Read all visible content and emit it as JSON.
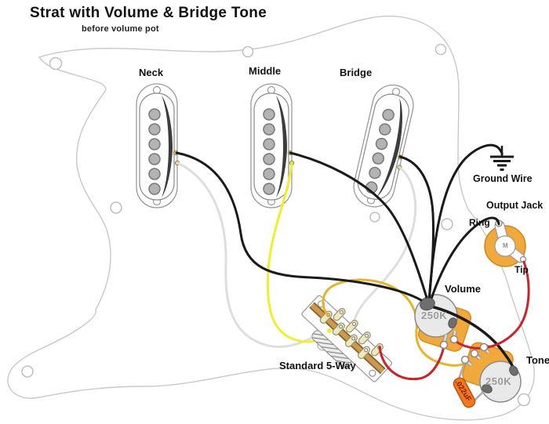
{
  "title": "Strat with Volume & Bridge Tone",
  "subtitle": "before volume pot",
  "pickup_labels": {
    "neck": "Neck",
    "middle": "Middle",
    "bridge": "Bridge"
  },
  "annotations": {
    "ground_wire": "Ground Wire",
    "output_jack": "Output Jack",
    "jack_ring": "Ring",
    "jack_tip": "Tip",
    "volume": "Volume",
    "tone": "Tone",
    "selector_switch": "Standard 5-Way"
  },
  "component_values": {
    "volume_pot": "250K",
    "tone_pot": "250K",
    "capacitor": ".022uF",
    "jack_center": "M"
  },
  "wire_colors": {
    "ground_black": "#1a1a1a",
    "neck_hot_white": "#dedede",
    "middle_hot_yellow": "#f2ee2a",
    "bridge_tone_gold": "#e6b32d",
    "output_red": "#cc2229"
  },
  "component_colors": {
    "pot_base_orange": "#f2a93c",
    "capacitor_orange": "#f4781c",
    "jack_orange": "#f2a93c",
    "solder_gray": "#6e6e6e",
    "pickguard_line": "#c8c8c8"
  }
}
